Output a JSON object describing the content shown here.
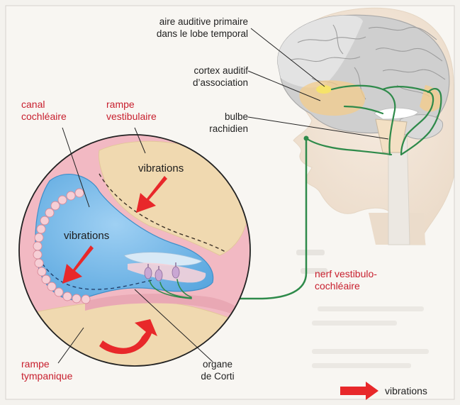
{
  "labels": {
    "canal_cochleaire": "canal\ncochléaire",
    "rampe_vestibulaire": "rampe\nvestibulaire",
    "vibrations_upper": "vibrations",
    "vibrations_canal": "vibrations",
    "rampe_tympanique": "rampe\ntympanique",
    "organe_de_corti": "organe\nde Corti",
    "aire_auditive_primaire": "aire auditive primaire\ndans le lobe temporal",
    "cortex_auditif": "cortex auditif\nd’association",
    "bulbe_rachidien": "bulbe\nrachidien",
    "nerf_vestibulo_cochleaire": "nerf vestibulo-\ncochléaire"
  },
  "legend": {
    "vibrations": "vibrations"
  },
  "colors": {
    "label_red": "#c8202f",
    "vibration_arrow": "#e8282a",
    "nerve_green": "#2e8a4a",
    "endolymph_blue": "#6cb4e6",
    "perilymph_beige": "#f0d9b0",
    "membrane_pink": "#eaa7b4"
  }
}
